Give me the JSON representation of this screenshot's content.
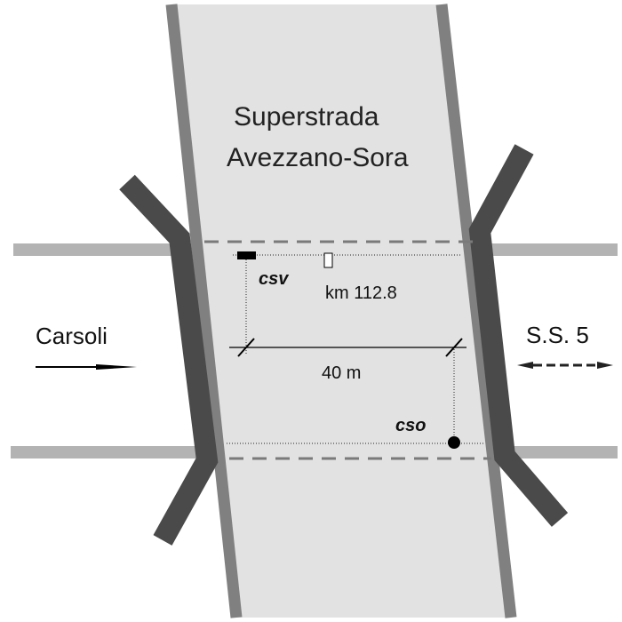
{
  "title": {
    "line1": "Superstrada",
    "line2": "Avezzano-Sora"
  },
  "left_direction": "Carsoli",
  "right_direction": "S.S.  5",
  "sensors": {
    "csv": "csv",
    "cso": "cso"
  },
  "kilometer_marker": "km 112.8",
  "distance_label": "40 m",
  "colors": {
    "highway_surface": "#e2e2e2",
    "highway_edge": "#808080",
    "side_road": "#b3b3b3",
    "bridge_parapet": "#4a4a4a",
    "ink": "#111111"
  }
}
